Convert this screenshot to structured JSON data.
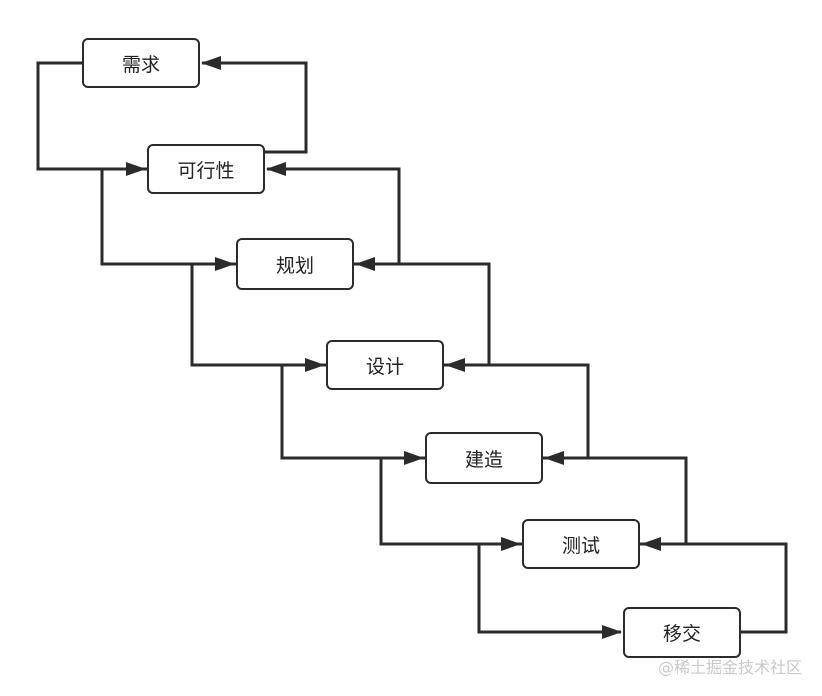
{
  "diagram": {
    "stages": [
      "需求",
      "可行性",
      "规划",
      "设计",
      "建造",
      "测试",
      "移交"
    ],
    "line_color": "#2b2b2b"
  },
  "watermark": "@稀土掘金技术社区"
}
